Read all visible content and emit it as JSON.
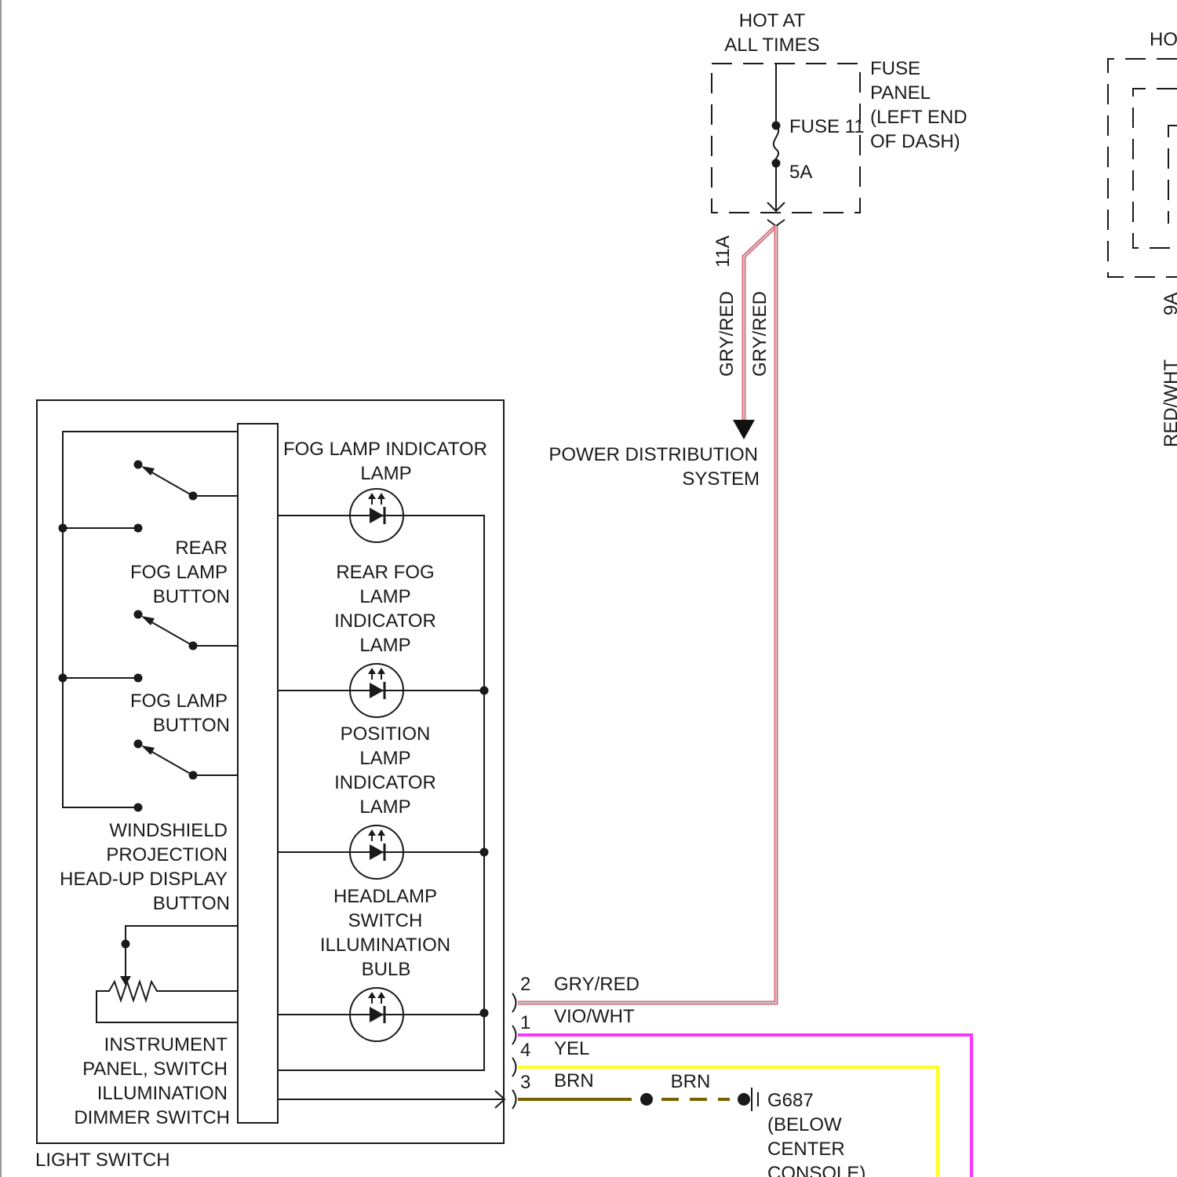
{
  "labels": {
    "hot_at_line1": "HOT AT",
    "hot_at_line2": "ALL TIMES",
    "hot_right_partial": "HO",
    "fuse_panel": [
      "FUSE",
      "PANEL",
      "(LEFT END",
      "OF DASH)"
    ],
    "fuse_name": "FUSE 11",
    "fuse_rating": "5A",
    "circuit_11a": "11A",
    "wire_gry_red_left": "GRY/RED",
    "wire_gry_red_right": "GRY/RED",
    "partial_9a": "9A",
    "partial_red_wht": "RED/WHT",
    "power_distribution": [
      "POWER DISTRIBUTION",
      "SYSTEM"
    ],
    "fog_lamp_indicator": [
      "FOG LAMP INDICATOR",
      "LAMP"
    ],
    "rear_fog_indicator": [
      "REAR FOG",
      "LAMP",
      "INDICATOR",
      "LAMP"
    ],
    "position_indicator": [
      "POSITION",
      "LAMP",
      "INDICATOR",
      "LAMP"
    ],
    "headlamp_bulb": [
      "HEADLAMP",
      "SWITCH",
      "ILLUMINATION",
      "BULB"
    ],
    "rear_fog_button": [
      "REAR",
      "FOG LAMP",
      "BUTTON"
    ],
    "fog_button": [
      "FOG LAMP",
      "BUTTON"
    ],
    "hud_button": [
      "WINDSHIELD",
      "PROJECTION",
      "HEAD-UP DISPLAY",
      "BUTTON"
    ],
    "dimmer_switch": [
      "INSTRUMENT",
      "PANEL, SWITCH",
      "ILLUMINATION",
      "DIMMER SWITCH"
    ],
    "light_switch": "LIGHT SWITCH",
    "brn_mid": "BRN",
    "ground": [
      "G687",
      "(BELOW",
      "CENTER",
      "CONSOLE)"
    ]
  },
  "connector_pins": [
    {
      "pin": "2",
      "wire": "GRY/RED"
    },
    {
      "pin": "1",
      "wire": "VIO/WHT"
    },
    {
      "pin": "4",
      "wire": "YEL"
    },
    {
      "pin": "3",
      "wire": "BRN"
    }
  ],
  "wire_colors": {
    "gry_red_outer": "#e06670",
    "gry_red_inner": "#c9c9c9",
    "vio_wht": "#ff33ff",
    "yel": "#ffff22",
    "brn": "#7a6200"
  }
}
